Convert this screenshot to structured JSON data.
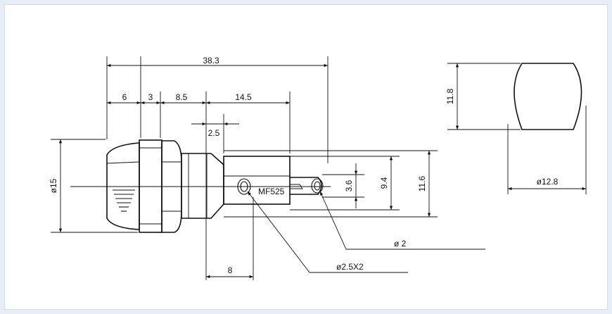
{
  "drawing": {
    "dimensions": {
      "overall_length": "38.3",
      "cap_length": "6",
      "flange_length": "3",
      "nut_length": "8.5",
      "body_length": "14.5",
      "small_offset": "2.5",
      "terminal_offset": "8",
      "cap_diameter": "ø15",
      "body_height": "11.6",
      "inner_height": "9.4",
      "terminal_pitch": "3.6",
      "terminal_hole": "ø 2",
      "mount_hole": "ø2.5X2",
      "end_view_height": "11.8",
      "end_view_diameter": "ø12.8"
    },
    "model_label": "MF525"
  }
}
